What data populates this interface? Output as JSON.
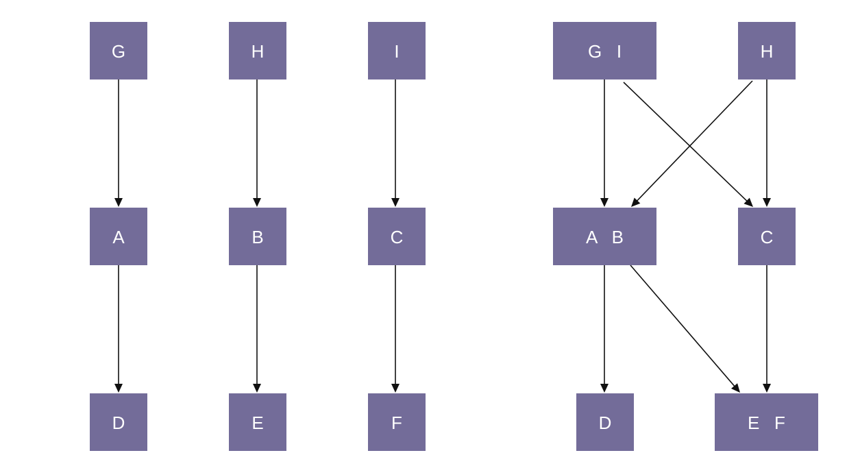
{
  "colors": {
    "node_fill": "#736c99",
    "node_text": "#ffffff",
    "edge": "#111111",
    "background": "#ffffff"
  },
  "diagram_left": {
    "nodes": [
      {
        "id": "G",
        "label": "G"
      },
      {
        "id": "H",
        "label": "H"
      },
      {
        "id": "I",
        "label": "I"
      },
      {
        "id": "A",
        "label": "A"
      },
      {
        "id": "B",
        "label": "B"
      },
      {
        "id": "C",
        "label": "C"
      },
      {
        "id": "D",
        "label": "D"
      },
      {
        "id": "E",
        "label": "E"
      },
      {
        "id": "F",
        "label": "F"
      }
    ],
    "edges": [
      {
        "from": "G",
        "to": "A"
      },
      {
        "from": "H",
        "to": "B"
      },
      {
        "from": "I",
        "to": "C"
      },
      {
        "from": "A",
        "to": "D"
      },
      {
        "from": "B",
        "to": "E"
      },
      {
        "from": "C",
        "to": "F"
      }
    ]
  },
  "diagram_right": {
    "nodes": [
      {
        "id": "GI",
        "label": "G   I"
      },
      {
        "id": "H",
        "label": "H"
      },
      {
        "id": "AB",
        "label": "A   B"
      },
      {
        "id": "C",
        "label": "C"
      },
      {
        "id": "D",
        "label": "D"
      },
      {
        "id": "EF",
        "label": "E   F"
      }
    ],
    "edges": [
      {
        "from": "GI",
        "to": "AB"
      },
      {
        "from": "GI",
        "to": "C"
      },
      {
        "from": "H",
        "to": "AB"
      },
      {
        "from": "H",
        "to": "C"
      },
      {
        "from": "AB",
        "to": "D"
      },
      {
        "from": "AB",
        "to": "EF"
      },
      {
        "from": "C",
        "to": "EF"
      }
    ]
  }
}
